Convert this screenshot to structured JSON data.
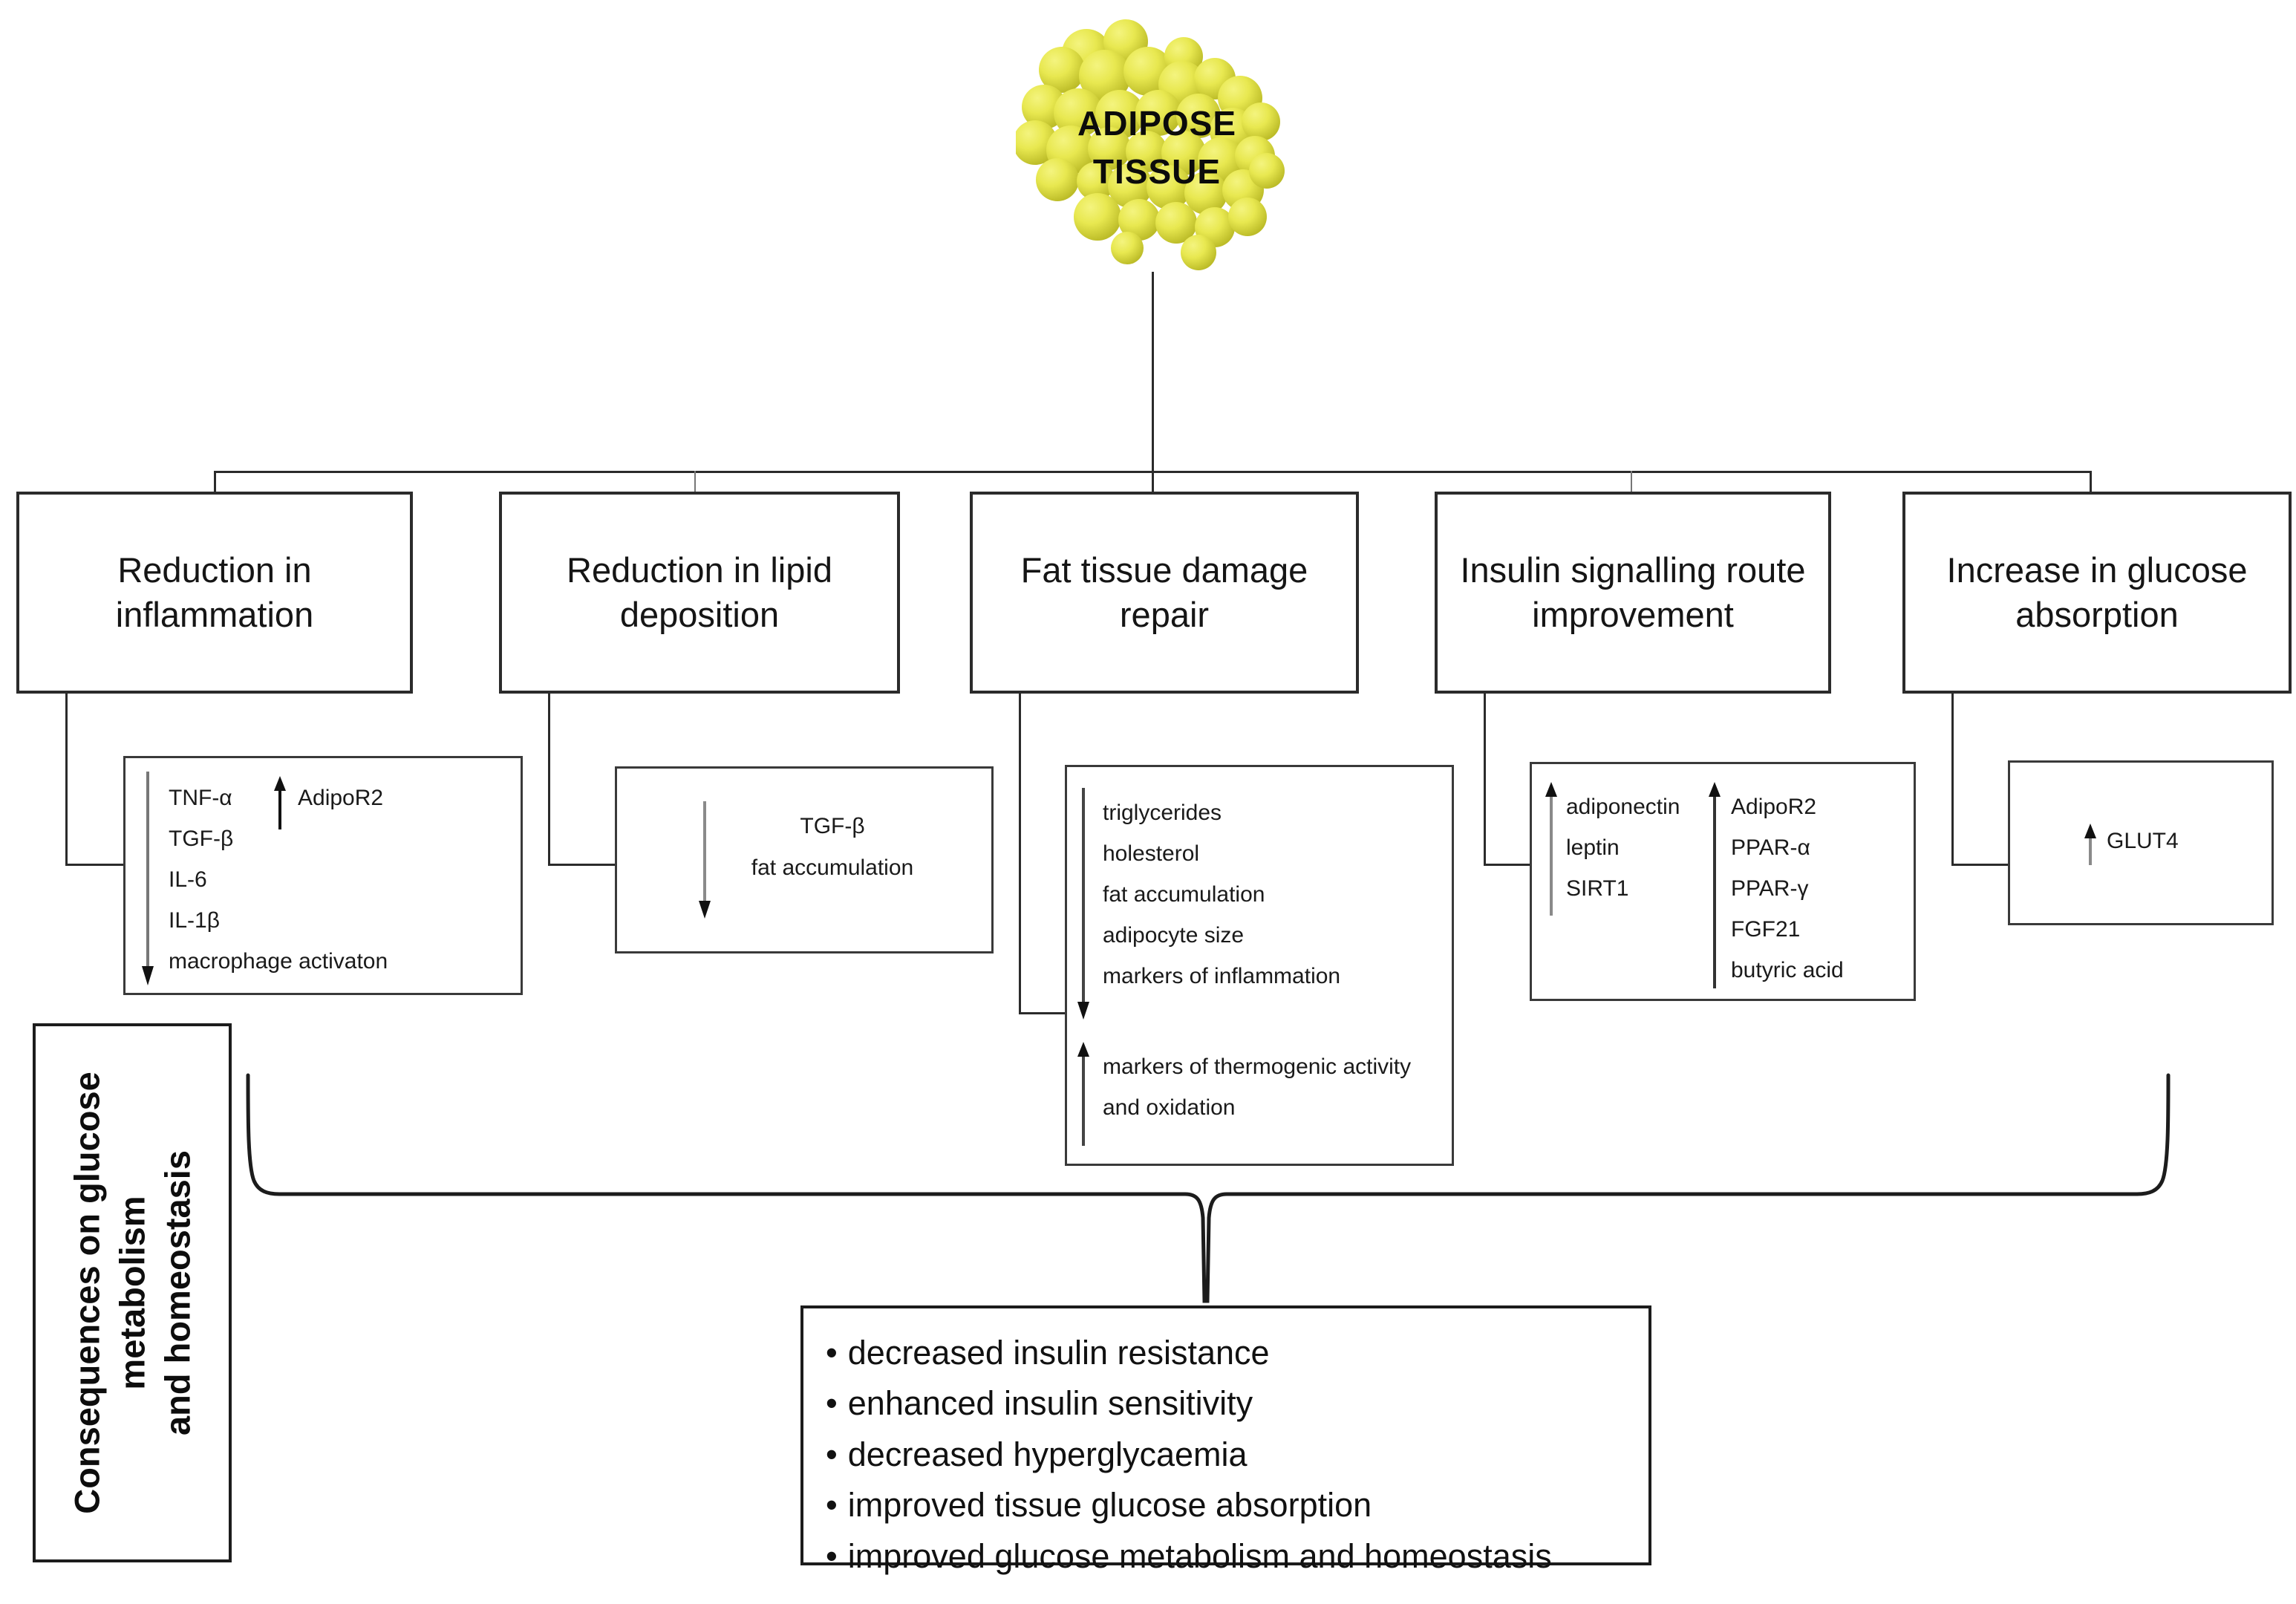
{
  "source": {
    "label": "ADIPOSE TISSUE",
    "line1": "ADIPOSE",
    "line2": "TISSUE",
    "color": "#e4e44a"
  },
  "branches": [
    {
      "id": "inflammation",
      "title": "Reduction in\ninflammation",
      "title_l1": "Reduction in",
      "title_l2": "inflammation",
      "detail": {
        "down_items": [
          "TNF-α",
          "TGF-β",
          "IL-6",
          "IL-1β",
          "macrophage activaton"
        ],
        "up_items": [
          "AdipoR2"
        ]
      }
    },
    {
      "id": "lipid-deposition",
      "title": "Reduction in lipid\ndeposition",
      "title_l1": "Reduction in lipid",
      "title_l2": "deposition",
      "detail": {
        "down_items": [
          "TGF-β",
          "fat accumulation"
        ],
        "up_items": []
      }
    },
    {
      "id": "fat-tissue-repair",
      "title": "Fat tissue damage\nrepair",
      "title_l1": "Fat tissue damage",
      "title_l2": "repair",
      "detail": {
        "down_items": [
          "triglycerides",
          "holesterol",
          "fat accumulation",
          "adipocyte size",
          "markers of inflammation"
        ],
        "up_items": [
          "markers of thermogenic activity",
          "and oxidation"
        ]
      }
    },
    {
      "id": "insulin-signalling",
      "title": "Insulin signalling route\nimprovement",
      "title_l1": "Insulin signalling route",
      "title_l2": "improvement",
      "detail": {
        "up_items_col1": [
          "adiponectin",
          "leptin",
          "SIRT1"
        ],
        "up_items_col2": [
          "AdipoR2",
          "PPAR-α",
          "PPAR-γ",
          "FGF21",
          "butyric acid"
        ]
      }
    },
    {
      "id": "glucose-absorption",
      "title": "Increase in glucose\nabsorption",
      "title_l1": "Increase in glucose",
      "title_l2": "absorption",
      "detail": {
        "up_items": [
          "GLUT4"
        ]
      }
    }
  ],
  "consequences_label": {
    "line1": "Consequences on glucose",
    "line2": "metabolism",
    "line3": "and homeostasis"
  },
  "outcomes": {
    "items": [
      "decreased insulin resistance",
      "enhanced insulin sensitivity",
      "decreased hyperglycaemia",
      "improved tissue glucose absorption",
      "improved glucose metabolism and homeostasis"
    ]
  }
}
